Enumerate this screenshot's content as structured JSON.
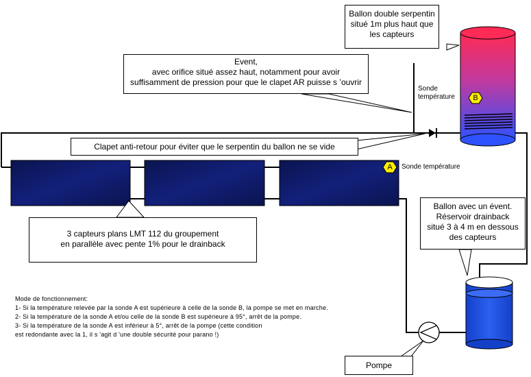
{
  "callouts": {
    "tank_top": [
      "Ballon double serpentin",
      "situé 1m plus haut que",
      "les capteurs"
    ],
    "vent": [
      "Event,",
      "avec orifice situé assez haut, notamment pour avoir",
      "suffisamment de pression pour que le clapet AR puisse s ’ouvrir"
    ],
    "check_valve": "Clapet anti-retour pour éviter que le serpentin du ballon ne se vide",
    "collectors": [
      "3 capteurs plans LMT 112 du groupement",
      "en parallèle avec pente 1% pour le drainback"
    ],
    "drainback": [
      "Ballon avec un évent.",
      "Réservoir drainback",
      "situé 3 à 4 m en dessous",
      "des capteurs"
    ],
    "pump": "Pompe"
  },
  "labels": {
    "sonde_b_1": "Sonde",
    "sonde_b_2": "température",
    "sonde_a": "Sonde température",
    "hex_a": "A",
    "hex_b": "B"
  },
  "notes": {
    "title": "Mode de fonctionnement:",
    "lines": [
      "1- Si la température relevée par la sonde A est supérieure à celle de la sonde B, la pompe se met en marche.",
      "2- Si la température de la sonde A et/ou celle de la sonde B est supérieure à 95°, arrêt de la pompe.",
      "3- Si la température de la sonde A est inférieur à 5°, arrêt de la pompe (cette condition",
      "est redondante avec la 1, il s 'agit d 'une double sécurité pour parano !)"
    ]
  },
  "colors": {
    "collector_dark": "#0d1a5a",
    "collector_light": "#1a2a8a",
    "tank_top": "#ff3355",
    "tank_bottom": "#3355ff",
    "water": "#1e50e6",
    "sensor_hex": "#ffee00"
  }
}
